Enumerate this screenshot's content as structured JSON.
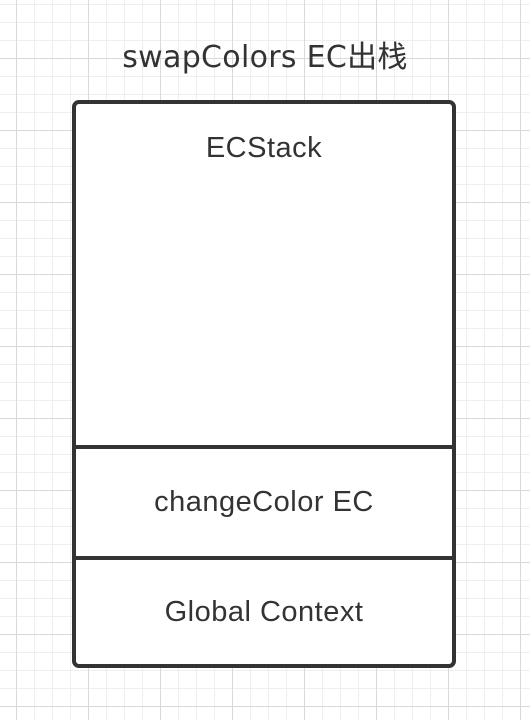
{
  "title": "swapColors EC出栈",
  "stack": {
    "label": "ECStack",
    "frames": [
      {
        "label": "changeColor EC"
      },
      {
        "label": "Global Context"
      }
    ]
  },
  "colors": {
    "stroke": "#333333",
    "text": "#333333",
    "background": "#ffffff",
    "grid": "#e6e6e6"
  }
}
